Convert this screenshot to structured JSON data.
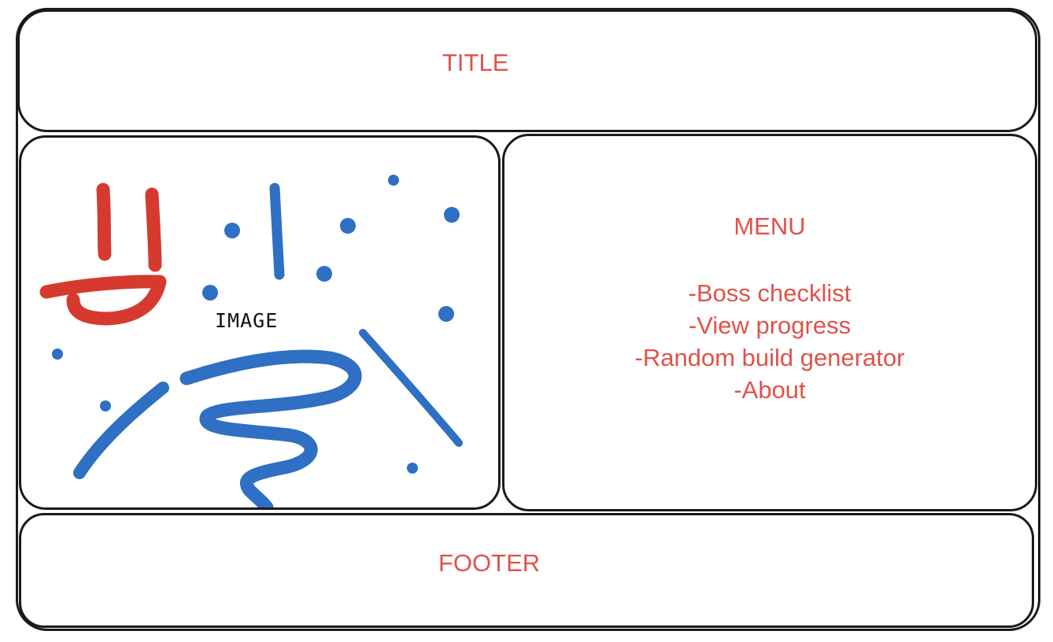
{
  "title": {
    "label": "TITLE"
  },
  "image_panel": {
    "label": "IMAGE",
    "colors": {
      "red": "#d63a2f",
      "blue": "#2f6fc4"
    }
  },
  "menu": {
    "heading": "MENU",
    "items": [
      {
        "label": "-Boss checklist"
      },
      {
        "label": "-View progress"
      },
      {
        "label": "-Random build generator"
      },
      {
        "label": "-About"
      }
    ]
  },
  "footer": {
    "label": "FOOTER"
  },
  "accent_color": "#e0524a"
}
